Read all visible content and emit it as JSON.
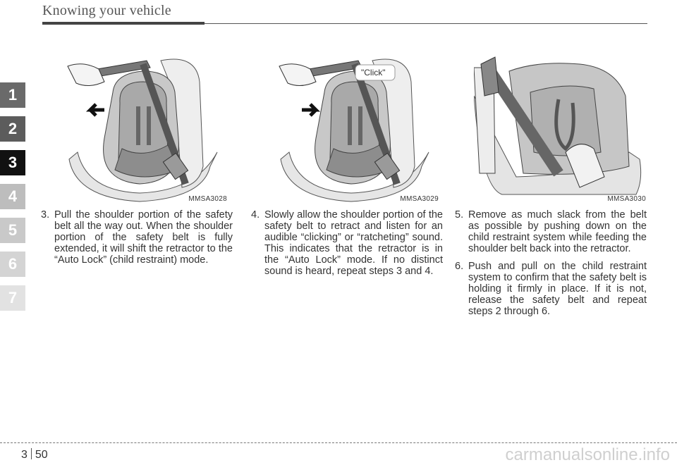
{
  "header": {
    "title": "Knowing your vehicle"
  },
  "tabs": [
    "1",
    "2",
    "3",
    "4",
    "5",
    "6",
    "7"
  ],
  "figures": [
    {
      "code": "MMSA3028",
      "callout": ""
    },
    {
      "code": "MMSA3029",
      "callout": "\"Click\""
    },
    {
      "code": "MMSA3030",
      "callout": ""
    }
  ],
  "steps": [
    {
      "num": "3.",
      "text": "Pull the shoulder portion of the safety belt all the way out. When the shoulder portion of the safety belt is fully extended, it will shift the retractor to the “Auto Lock” (child restraint) mode."
    },
    {
      "num": "4.",
      "text": "Slowly allow the shoulder portion of the safety belt to retract and listen for an audible “clicking” or “ratcheting” sound. This indicates that the retractor is in the “Auto Lock” mode. If no distinct sound is heard, repeat steps 3 and 4."
    },
    {
      "num": "5.",
      "text": "Remove as much slack from the belt as possible by pushing down on the child restraint system while feeding the shoulder belt back into the retractor."
    },
    {
      "num": "6.",
      "text": "Push and pull on the child restraint system to confirm that the safety belt is holding it firmly in place. If it is not, release the safety belt and repeat steps 2 through 6."
    }
  ],
  "footer": {
    "chapter": "3",
    "page": "50",
    "watermark": "carmanualsonline.info"
  }
}
